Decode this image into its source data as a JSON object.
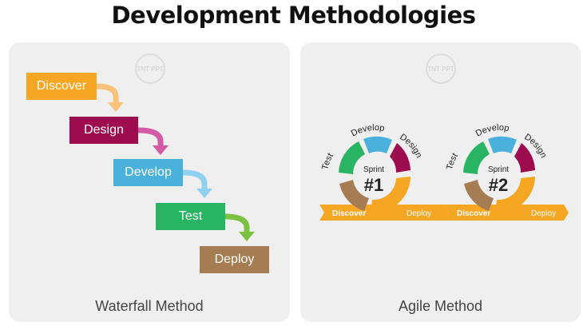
{
  "title": "Development Methodologies",
  "watermark": "TNT PPT",
  "waterfall": {
    "caption": "Waterfall Method",
    "steps": [
      {
        "label": "Discover",
        "color": "#f5a623"
      },
      {
        "label": "Design",
        "color": "#9c0c4f"
      },
      {
        "label": "Develop",
        "color": "#4ab0dc"
      },
      {
        "label": "Test",
        "color": "#28b463"
      },
      {
        "label": "Deploy",
        "color": "#a67c52"
      }
    ]
  },
  "agile": {
    "caption": "Agile Method",
    "sprints": [
      {
        "word": "Sprint",
        "number": "#1"
      },
      {
        "word": "Sprint",
        "number": "#2"
      }
    ],
    "labels": {
      "test": "Test",
      "develop": "Develop",
      "design": "Design",
      "discover": "Discover",
      "deploy": "Deploy"
    },
    "colors": {
      "test": "#28b463",
      "develop": "#4ab0dc",
      "design": "#9c0c4f",
      "discover_deploy": "#f5a623",
      "base": "#a67c52"
    }
  }
}
